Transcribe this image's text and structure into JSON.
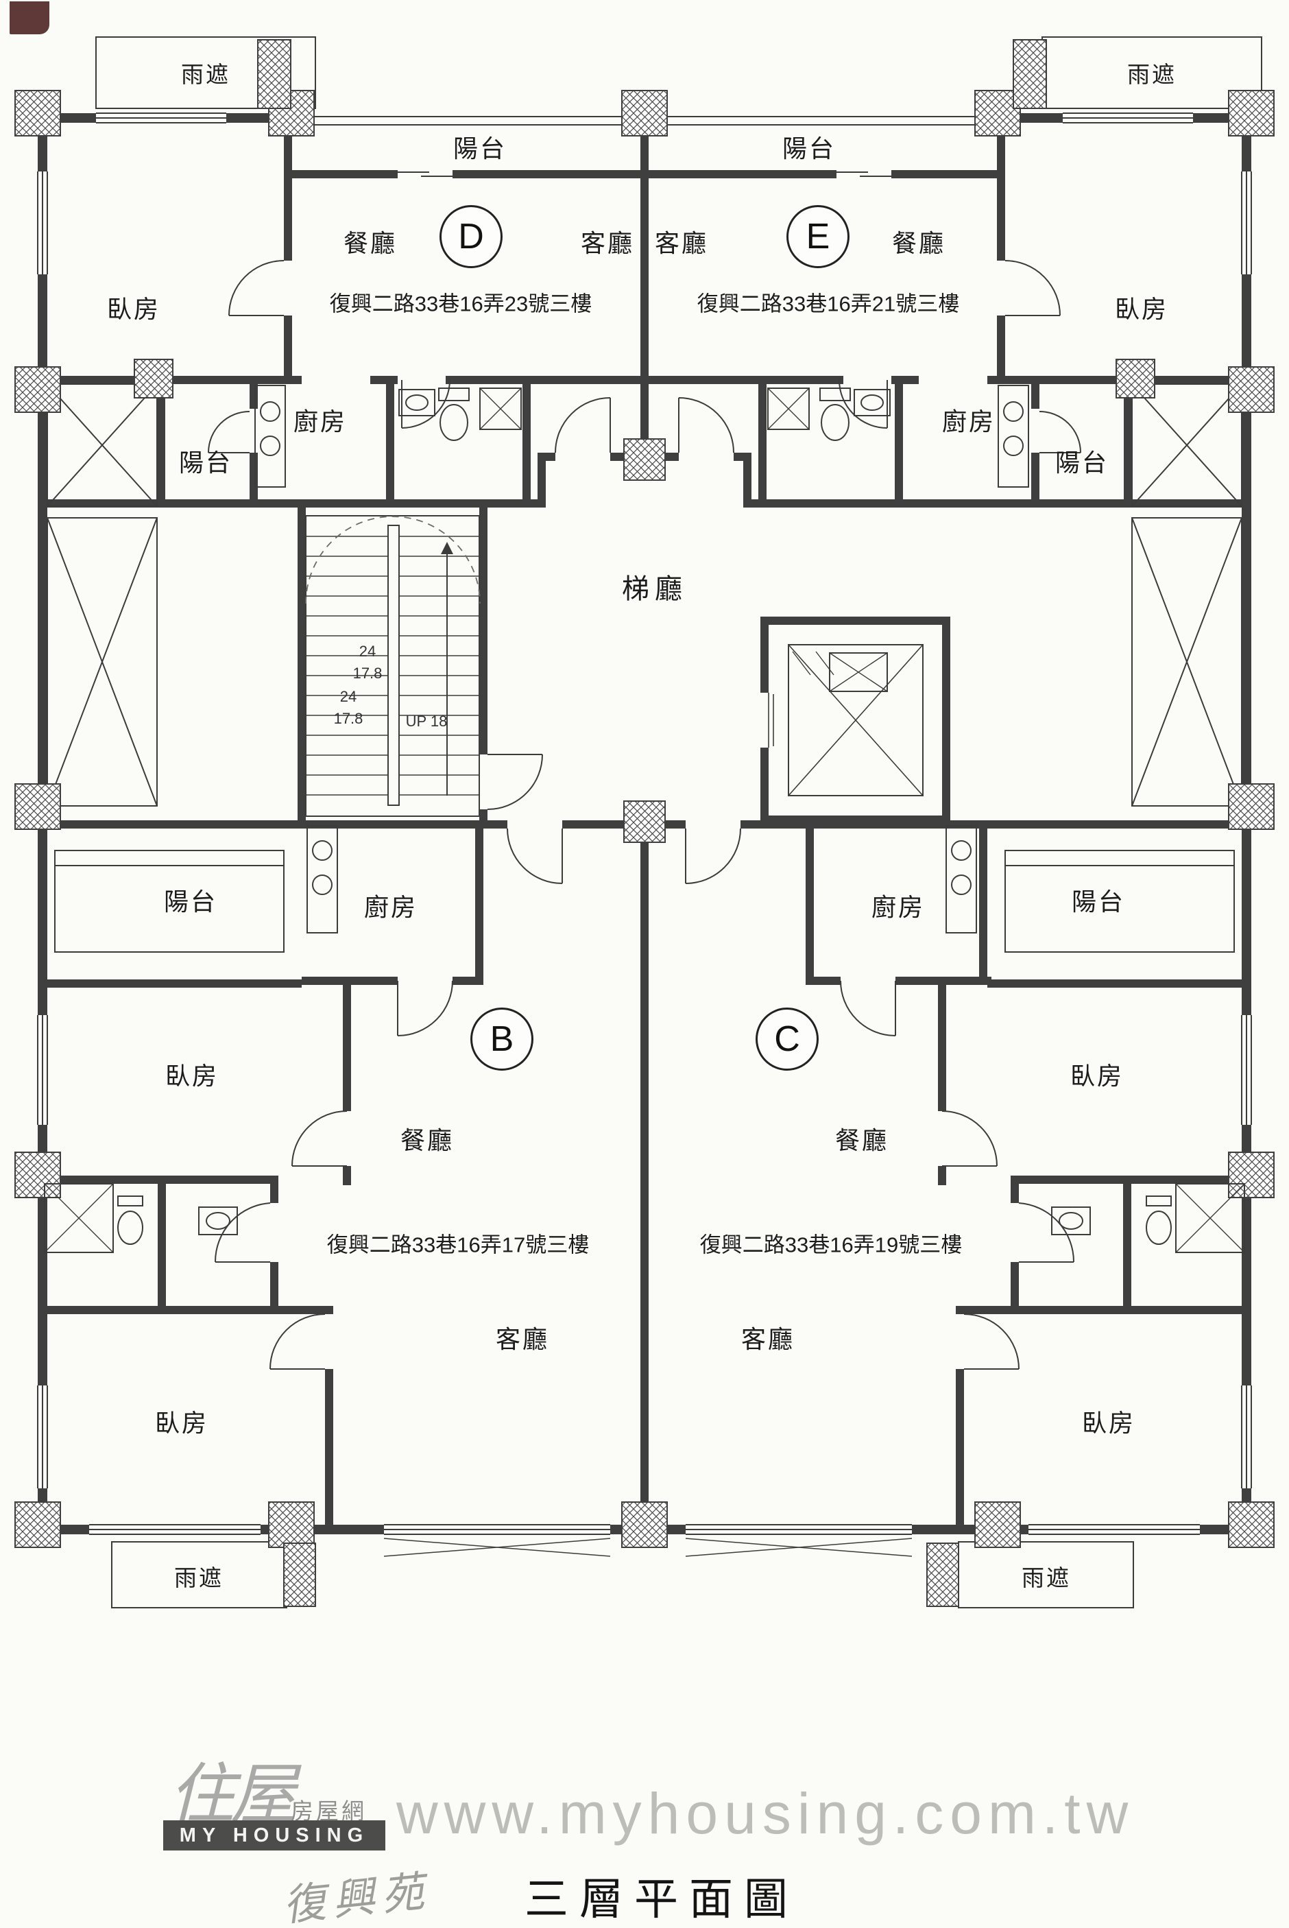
{
  "plan": {
    "title": "三層平面圖",
    "project_script": "復興苑"
  },
  "rooms": {
    "canopy": "雨遮",
    "balcony": "陽台",
    "dining": "餐廳",
    "living": "客廳",
    "bedroom": "臥房",
    "kitchen": "廚房",
    "stair_hall": "梯廳"
  },
  "stairs": {
    "count_a": "24",
    "rise_a": "17.8",
    "count_b": "24",
    "rise_b": "17.8",
    "up_label": "UP 18"
  },
  "units": [
    {
      "id": "D",
      "address": "復興二路33巷16弄23號三樓"
    },
    {
      "id": "E",
      "address": "復興二路33巷16弄21號三樓"
    },
    {
      "id": "B",
      "address": "復興二路33巷16弄17號三樓"
    },
    {
      "id": "C",
      "address": "復興二路33巷16弄19號三樓"
    }
  ],
  "footer": {
    "brand_cjk": "住屋",
    "site_cjk": "房屋網",
    "brand_en": "MY HOUSING",
    "watermark": "www.myhousing.com.tw"
  }
}
